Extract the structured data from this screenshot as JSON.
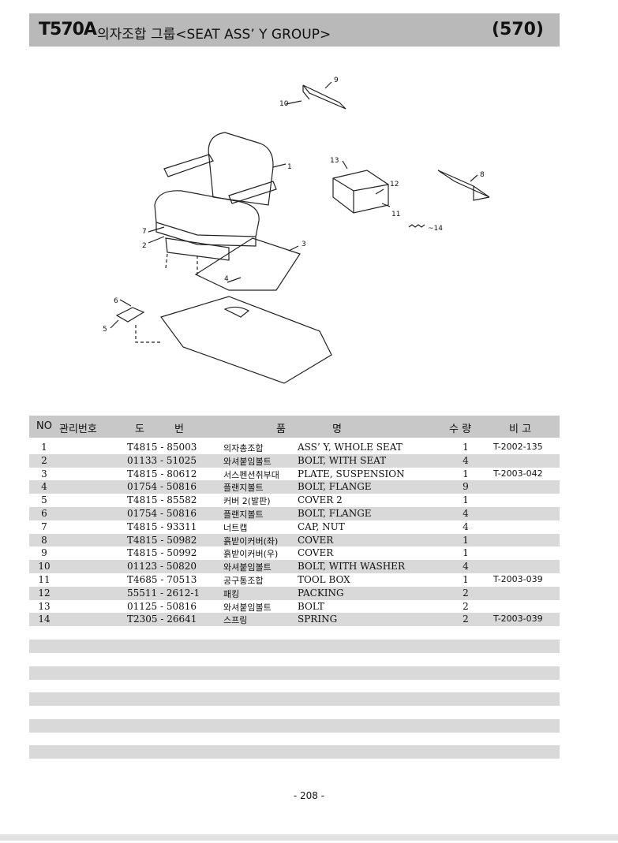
{
  "header": {
    "code": "T570A",
    "title": "의자조합 그룹<SEAT ASS’ Y GROUP>",
    "page_code": "(570)"
  },
  "diagram": {
    "callouts": [
      "1",
      "2",
      "3",
      "4",
      "5",
      "6",
      "7",
      "8",
      "9",
      "10",
      "11",
      "12",
      "13",
      "~14"
    ]
  },
  "table": {
    "headers": {
      "no": "NO",
      "mgmt": "관리번호",
      "dwg1": "도",
      "dwg2": "번",
      "name1": "품",
      "name2": "명",
      "qty": "수 량",
      "remark": "비 고"
    },
    "rows": [
      {
        "no": "1",
        "dwg": "T4815 - 85003",
        "kr": "의자총조합",
        "en": "ASS’ Y, WHOLE SEAT",
        "qty": "1",
        "rem": "T-2002-135"
      },
      {
        "no": "2",
        "dwg": "01133 - 51025",
        "kr": "와셔붙임볼트",
        "en": "BOLT, WITH SEAT",
        "qty": "4",
        "rem": ""
      },
      {
        "no": "3",
        "dwg": "T4815 - 80612",
        "kr": "서스펜션취부대",
        "en": "PLATE, SUSPENSION",
        "qty": "1",
        "rem": "T-2003-042"
      },
      {
        "no": "4",
        "dwg": "01754 - 50816",
        "kr": "플랜지볼트",
        "en": "BOLT, FLANGE",
        "qty": "9",
        "rem": ""
      },
      {
        "no": "5",
        "dwg": "T4815 - 85582",
        "kr": "커버 2(발판)",
        "en": "COVER 2",
        "qty": "1",
        "rem": ""
      },
      {
        "no": "6",
        "dwg": "01754 - 50816",
        "kr": "플랜지볼트",
        "en": "BOLT, FLANGE",
        "qty": "4",
        "rem": ""
      },
      {
        "no": "7",
        "dwg": "T4815 - 93311",
        "kr": "너트캡",
        "en": "CAP, NUT",
        "qty": "4",
        "rem": ""
      },
      {
        "no": "8",
        "dwg": "T4815 - 50982",
        "kr": "흙받이커버(좌)",
        "en": "COVER",
        "qty": "1",
        "rem": ""
      },
      {
        "no": "9",
        "dwg": "T4815 - 50992",
        "kr": "흙받이커버(우)",
        "en": "COVER",
        "qty": "1",
        "rem": ""
      },
      {
        "no": "10",
        "dwg": "01123 - 50820",
        "kr": "와셔붙임볼트",
        "en": "BOLT, WITH WASHER",
        "qty": "4",
        "rem": ""
      },
      {
        "no": "11",
        "dwg": "T4685 - 70513",
        "kr": "공구통조합",
        "en": "TOOL BOX",
        "qty": "1",
        "rem": "T-2003-039"
      },
      {
        "no": "12",
        "dwg": "55511 - 2612-1",
        "kr": "패킹",
        "en": "PACKING",
        "qty": "2",
        "rem": ""
      },
      {
        "no": "13",
        "dwg": "01125 - 50816",
        "kr": "와셔붙임볼트",
        "en": "BOLT",
        "qty": "2",
        "rem": ""
      },
      {
        "no": "14",
        "dwg": "T2305 - 26641",
        "kr": "스프링",
        "en": "SPRING",
        "qty": "2",
        "rem": "T-2003-039"
      }
    ]
  },
  "footer": {
    "page_number": "- 208 -"
  }
}
